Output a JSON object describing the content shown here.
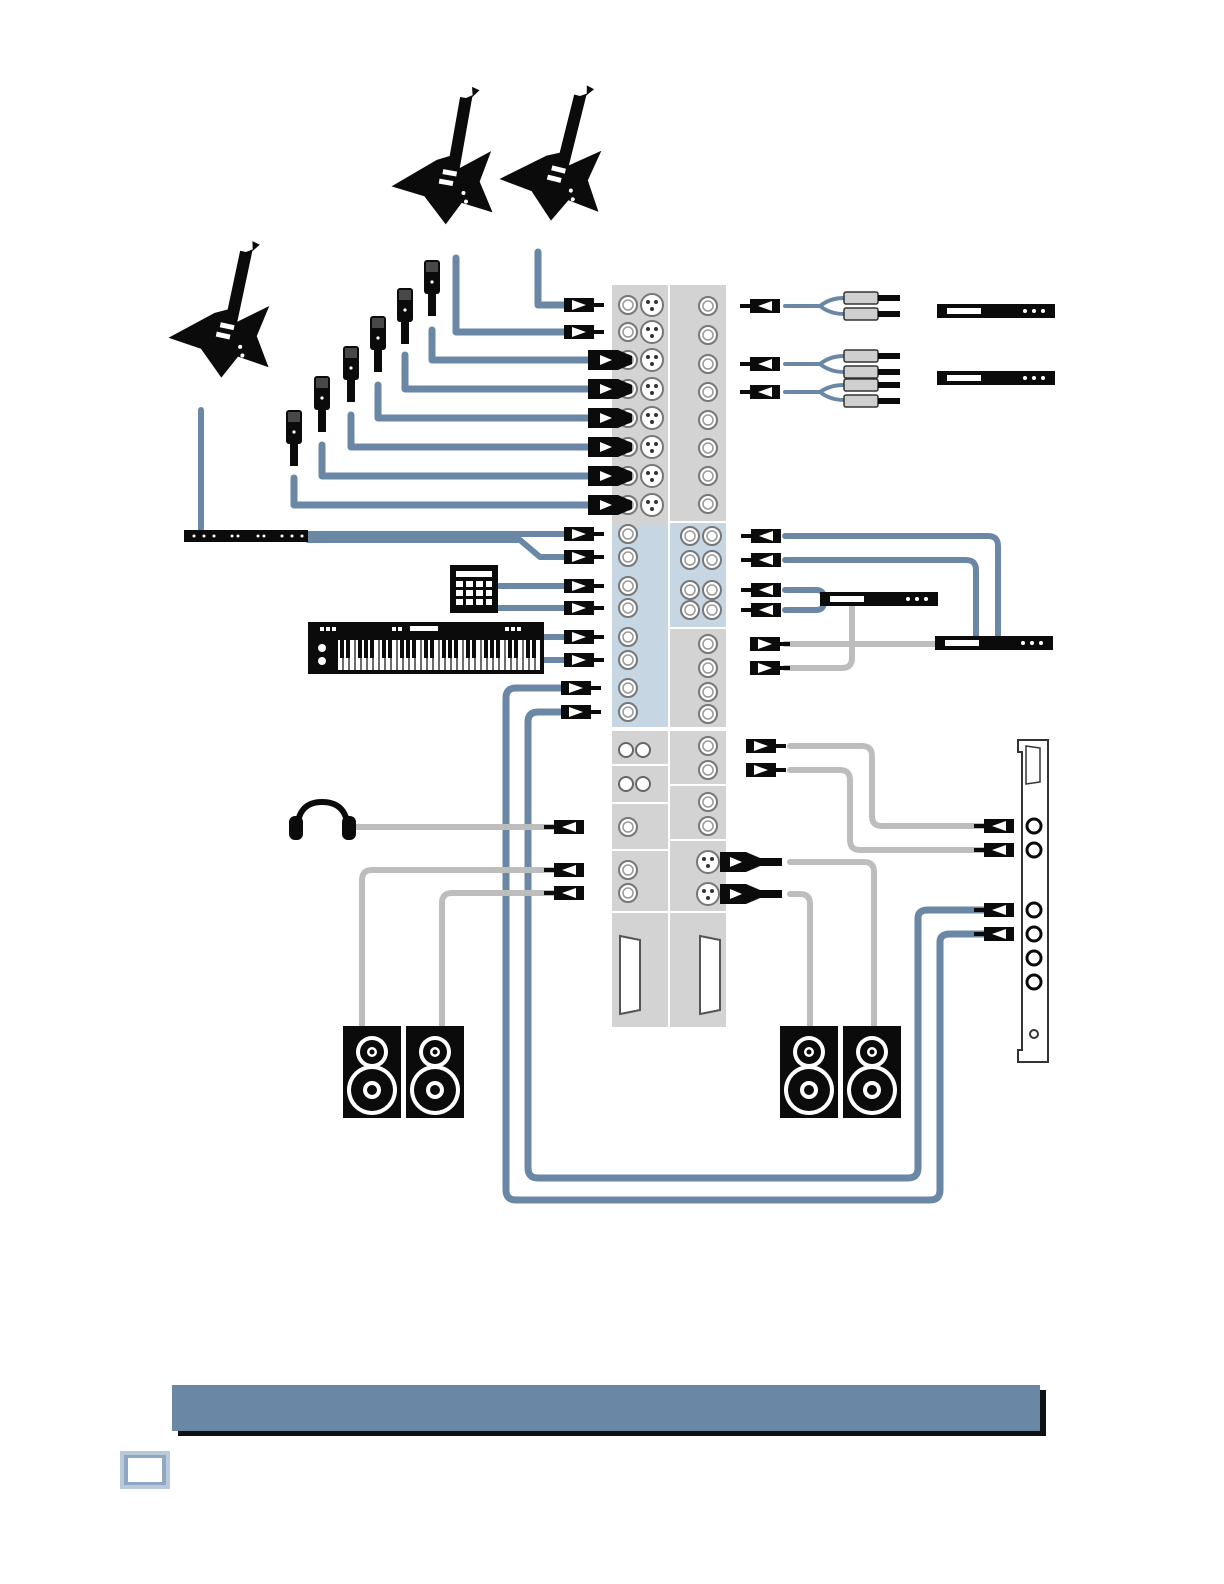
{
  "page": {
    "footer_band_text": "",
    "page_number": ""
  },
  "colors": {
    "blue_cable": "#6a87a6",
    "gray_cable": "#bdbdbd",
    "panel_light_blue": "#c7d6e3",
    "panel_gray": "#d3d3d3",
    "instrument_black": "#0b0b0b",
    "footer_band": "#6a87a6"
  },
  "devices": {
    "guitars": 3,
    "microphones": 6,
    "outboard_rack_units": 5,
    "keyboard": 1,
    "drum_machine": 1,
    "headphones": 1,
    "speakers": 4,
    "computer_audio_card": 1
  },
  "icons": [
    "guitar-icon",
    "microphone-icon",
    "headphones-icon",
    "speaker-icon",
    "keyboard-icon",
    "drum-machine-icon",
    "rack-unit-icon",
    "sound-card-icon",
    "xlr-connector-icon",
    "trs-plug-icon",
    "db25-connector-icon"
  ]
}
